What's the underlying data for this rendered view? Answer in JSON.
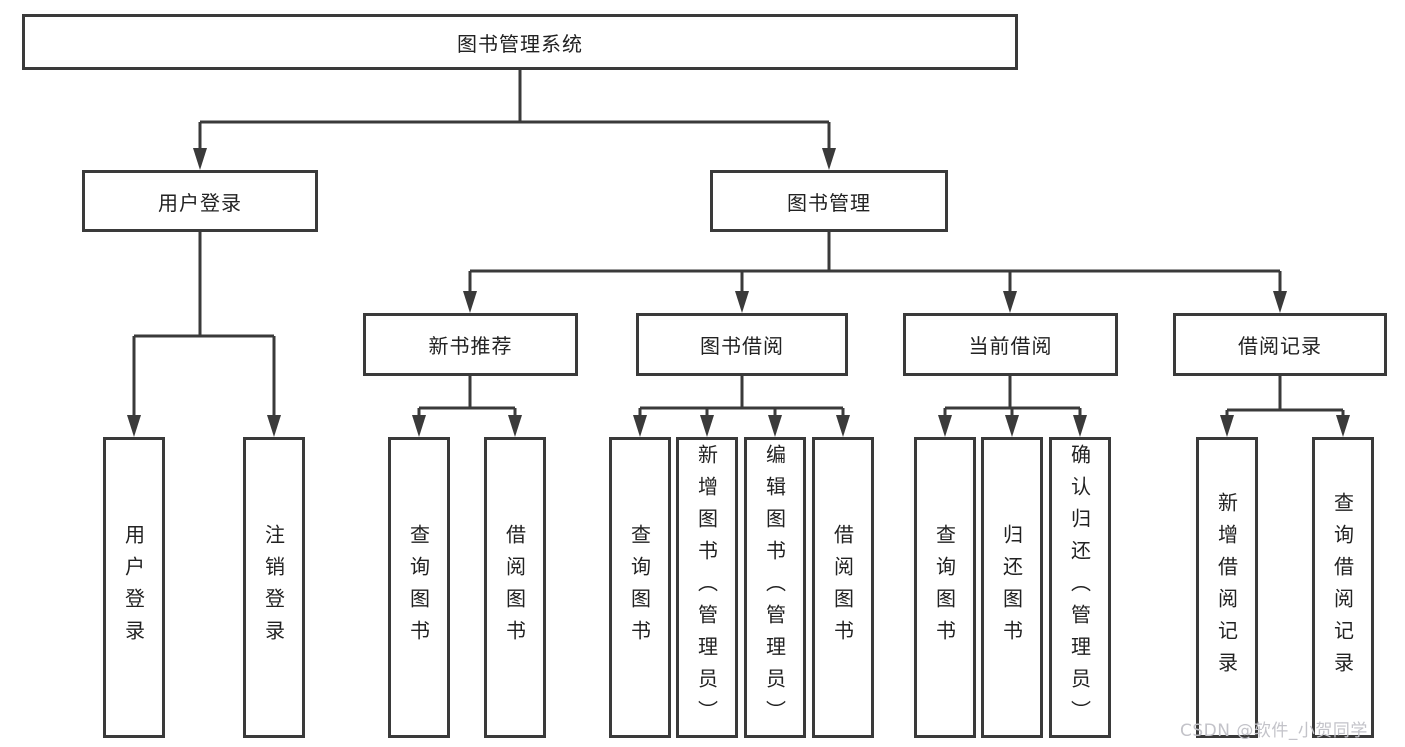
{
  "tree": {
    "root": {
      "label": "图书管理系统"
    },
    "branches": [
      {
        "label": "用户登录",
        "children": [
          {
            "label": "用户登录"
          },
          {
            "label": "注销登录"
          }
        ]
      },
      {
        "label": "图书管理",
        "children": [
          {
            "label": "新书推荐",
            "children": [
              {
                "label": "查询图书"
              },
              {
                "label": "借阅图书"
              }
            ]
          },
          {
            "label": "图书借阅",
            "children": [
              {
                "label": "查询图书"
              },
              {
                "label": "新增图书（管理员）"
              },
              {
                "label": "编辑图书（管理员）"
              },
              {
                "label": "借阅图书"
              }
            ]
          },
          {
            "label": "当前借阅",
            "children": [
              {
                "label": "查询图书"
              },
              {
                "label": "归还图书"
              },
              {
                "label": "确认归还（管理员）"
              }
            ]
          },
          {
            "label": "借阅记录",
            "children": [
              {
                "label": "新增借阅记录"
              },
              {
                "label": "查询借阅记录"
              }
            ]
          }
        ]
      }
    ]
  },
  "watermark": {
    "text": "CSDN @软件_小贺同学"
  },
  "colors": {
    "line": "#3a3a3a",
    "box_border": "#3a3a3a",
    "box_fill": "#ffffff",
    "text": "#222222",
    "background": "#ffffff",
    "watermark": "#c3c3c9"
  }
}
